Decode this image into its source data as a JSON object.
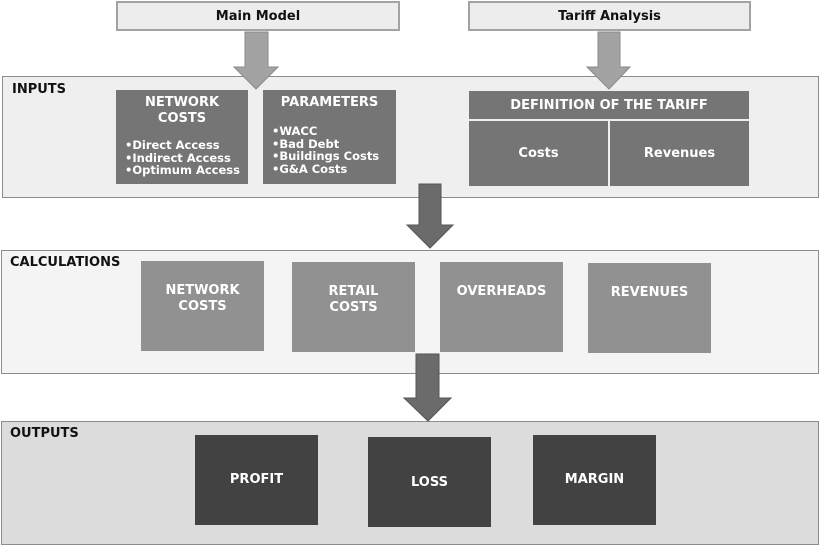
{
  "top": {
    "main_model": "Main Model",
    "tariff_analysis": "Tariff Analysis"
  },
  "inputs": {
    "title": "INPUTS",
    "network_costs": {
      "title_line1": "NETWORK",
      "title_line2": "COSTS",
      "items": [
        "•Direct Access",
        "•Indirect Access",
        "•Optimum Access"
      ]
    },
    "parameters": {
      "title": "PARAMETERS",
      "items": [
        "•WACC",
        "•Bad Debt",
        "•Buildings Costs",
        "•G&A Costs"
      ]
    },
    "tariff": {
      "title": "DEFINITION OF THE TARIFF",
      "costs": "Costs",
      "revenues": "Revenues"
    }
  },
  "calculations": {
    "title": "CALCULATIONS",
    "network_costs": [
      "NETWORK",
      "COSTS"
    ],
    "retail_costs": [
      "RETAIL",
      "COSTS"
    ],
    "overheads": "OVERHEADS",
    "revenues": "REVENUES"
  },
  "outputs": {
    "title": "OUTPUTS",
    "profit": "PROFIT",
    "loss": "LOSS",
    "margin": "MARGIN"
  }
}
